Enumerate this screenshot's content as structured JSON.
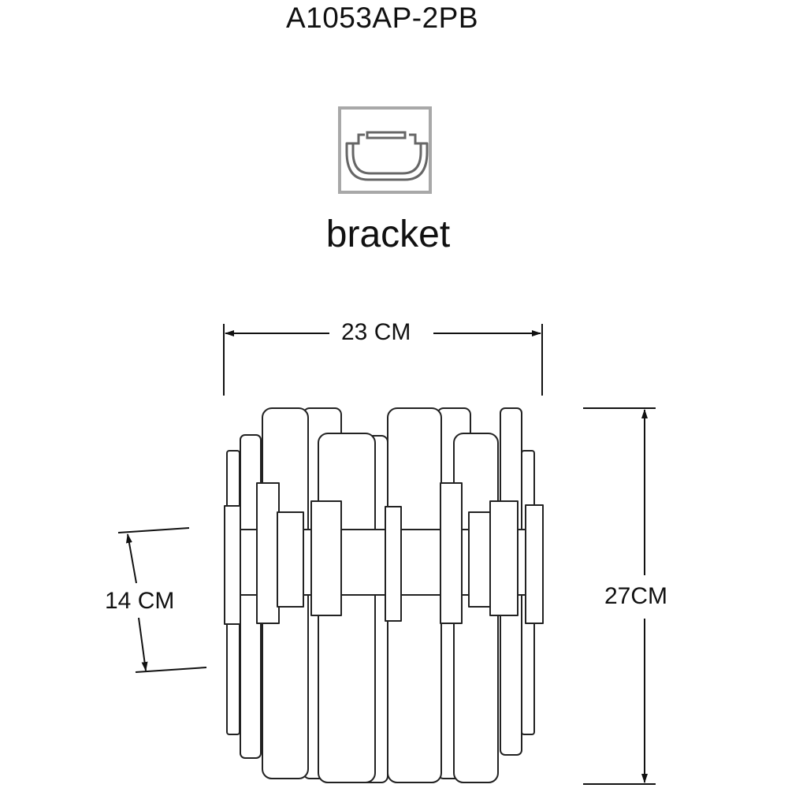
{
  "model_code": "A1053AP-2PB",
  "bracket": {
    "label": "bracket",
    "icon": "bracket-profile-icon",
    "frame_color": "#a8a8a8",
    "profile_color": "#666666"
  },
  "dimensions": {
    "width": "23 CM",
    "height": "27CM",
    "mount_height": "14 CM"
  },
  "line_color": "#111111"
}
